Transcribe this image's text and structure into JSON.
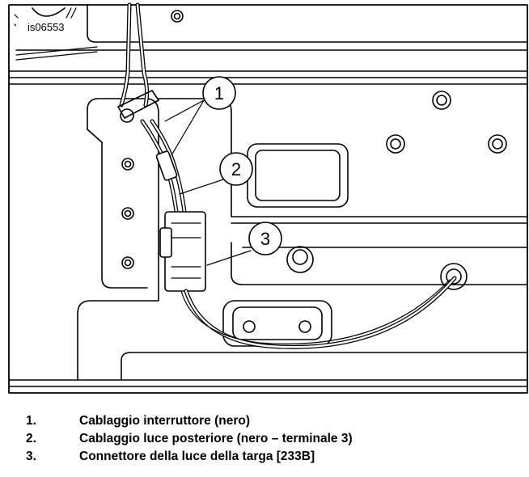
{
  "figure_id": "is06553",
  "callouts": [
    {
      "number": "1"
    },
    {
      "number": "2"
    },
    {
      "number": "3"
    }
  ],
  "legend": [
    {
      "number": "1.",
      "text": "Cablaggio interruttore (nero)"
    },
    {
      "number": "2.",
      "text": "Cablaggio luce posteriore (nero – terminale 3)"
    },
    {
      "number": "3.",
      "text": "Connettore della luce della targa [233B]"
    }
  ]
}
